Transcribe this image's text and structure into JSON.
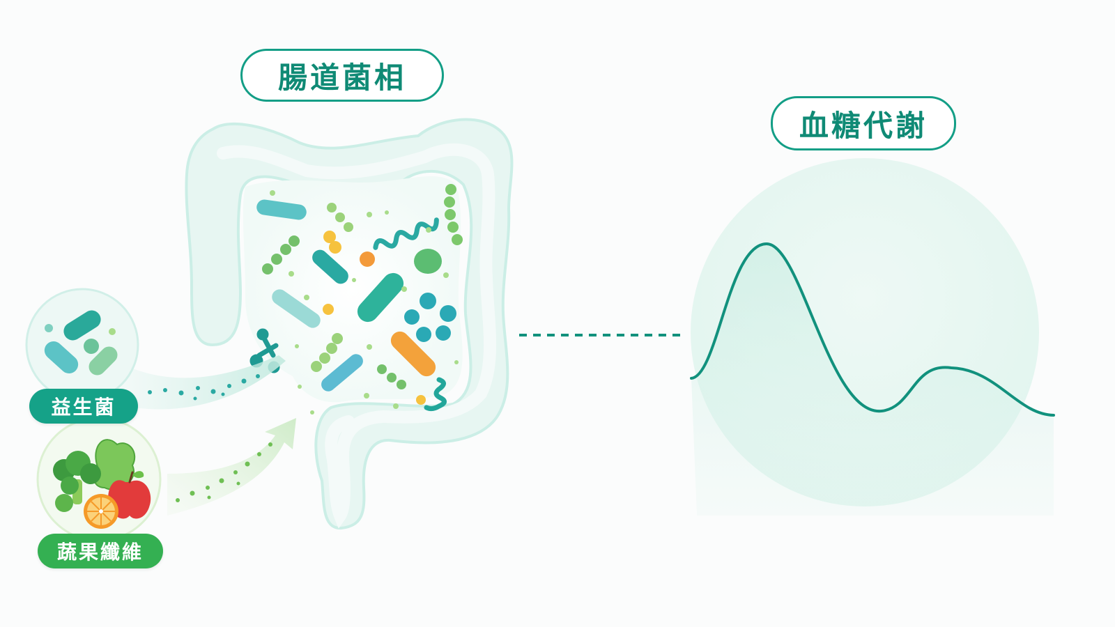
{
  "labels": {
    "gut_microbiota": "腸道菌相",
    "blood_glucose_metabolism": "血糖代謝",
    "probiotics": "益生菌",
    "vegetable_fruit_fiber": "蔬果纖維"
  },
  "colors": {
    "teal": "#139e86",
    "green": "#34b052",
    "curve": "#11917d",
    "circle_fill": "#e4f6f0",
    "intestine": "#cdeee7",
    "orange": "#f3a23b",
    "yellow": "#f6c23e",
    "red_apple": "#e23b3b"
  },
  "icons": [
    "intestine-icon",
    "bacteria-icon",
    "broccoli-icon",
    "lettuce-icon",
    "orange-slice-icon",
    "apple-icon",
    "glucose-curve-icon"
  ]
}
